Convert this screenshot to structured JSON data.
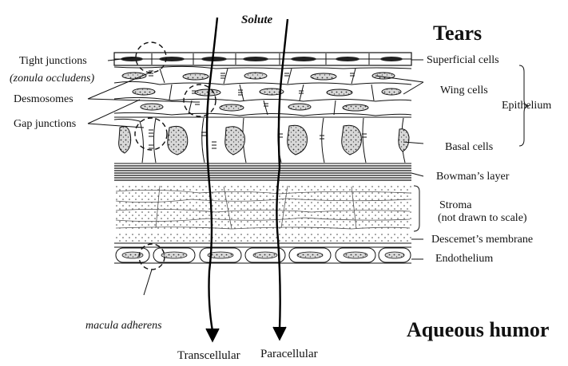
{
  "labels": {
    "solute": "Solute",
    "tears": "Tears",
    "tight_junctions": "Tight junctions",
    "zonula_occludens": "(zonula occludens)",
    "desmosomes": "Desmosomes",
    "gap_junctions": "Gap junctions",
    "superficial_cells": "Superficial cells",
    "wing_cells": "Wing cells",
    "epithelium": "Epithelium",
    "basal_cells": "Basal cells",
    "bowmans_layer": "Bowman’s layer",
    "stroma": "Stroma",
    "stroma_note": "(not drawn to scale)",
    "descemets_membrane": "Descemet’s membrane",
    "endothelium": "Endothelium",
    "macula_adherens": "macula adherens",
    "aqueous_humor": "Aqueous humor",
    "transcellular": "Transcellular",
    "paracellular": "Paracellular"
  }
}
